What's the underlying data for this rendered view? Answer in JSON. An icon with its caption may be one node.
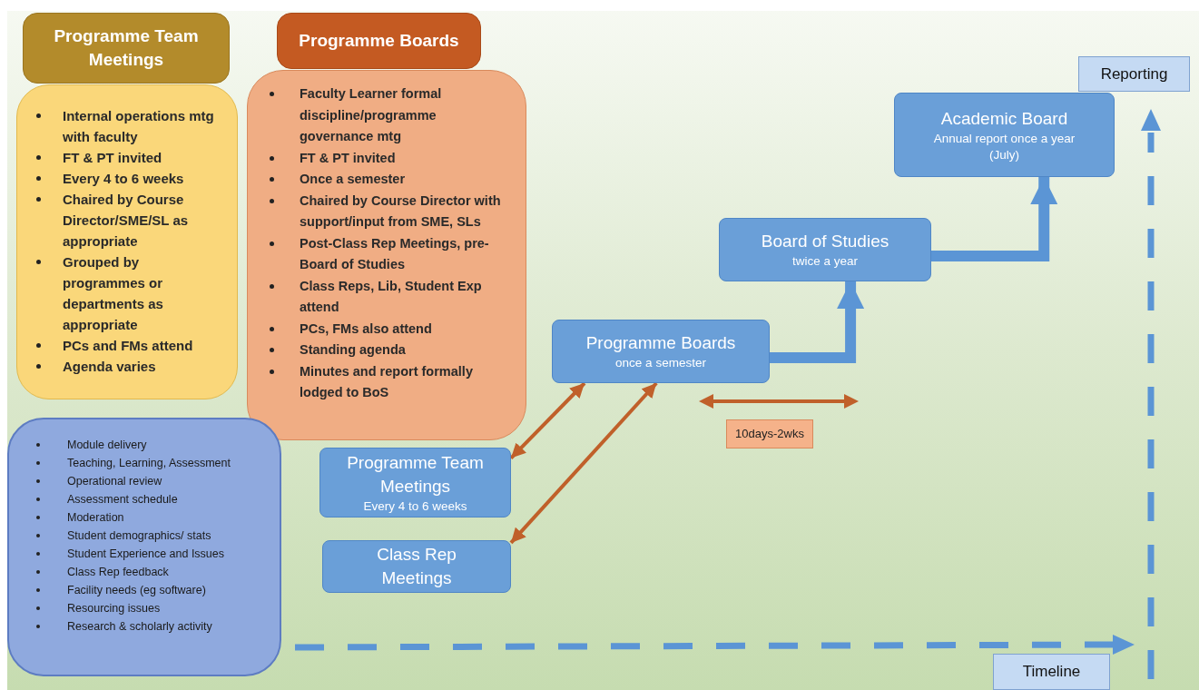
{
  "diagram": {
    "nodes": [
      {
        "text": [
          "Programme Team Meetings"
        ]
      },
      {
        "text": [
          "Internal operations mtg with faculty",
          "FT & PT invited",
          "Every 4 to 6 weeks",
          "Chaired by Course Director/SME/SL as appropriate",
          "Grouped by programmes or departments as appropriate",
          "PCs and FMs attend",
          "Agenda varies"
        ]
      },
      {
        "text": [
          "Programme Boards"
        ]
      },
      {
        "text": [
          "Faculty Learner formal discipline/programme governance mtg",
          "FT & PT invited",
          "Once a semester",
          "Chaired by Course Director with support/input from SME, SLs",
          "Post-Class Rep Meetings, pre-Board of Studies",
          "Class Reps, Lib, Student Exp attend",
          "PCs, FMs also attend",
          "Standing agenda",
          "Minutes and report formally lodged to BoS"
        ]
      },
      {
        "text": [
          "Module delivery",
          "Teaching, Learning, Assessment",
          "Operational review",
          "Assessment schedule",
          "Moderation",
          "Student demographics/ stats",
          "Student Experience and Issues",
          "Class Rep feedback",
          "Facility needs (eg software)",
          "Resourcing issues",
          "Research & scholarly activity"
        ]
      },
      {
        "text": [
          "Programme Team Meetings",
          "Every 4 to 6 weeks"
        ]
      },
      {
        "text": [
          "Class Rep Meetings"
        ]
      },
      {
        "text": [
          "Programme Boards",
          "once a semester"
        ]
      },
      {
        "text": [
          "Board of Studies",
          "twice a year"
        ]
      },
      {
        "text": [
          "Academic Board",
          "Annual report once a year (July)"
        ]
      },
      {
        "text": [
          "10days-2wks"
        ]
      },
      {
        "text": [
          "Reporting"
        ]
      },
      {
        "text": [
          "Timeline"
        ]
      }
    ],
    "edges": [
      {
        "from": 7,
        "to": 5,
        "arrow": "both",
        "color": "#c0602a"
      },
      {
        "from": 7,
        "to": 6,
        "arrow": "both",
        "color": "#c0602a"
      },
      {
        "from": 7,
        "to": 8,
        "arrow": "to",
        "style": "thick",
        "color": "#5b95d5"
      },
      {
        "from": 8,
        "to": 9,
        "arrow": "to",
        "style": "thick",
        "color": "#5b95d5"
      }
    ]
  }
}
